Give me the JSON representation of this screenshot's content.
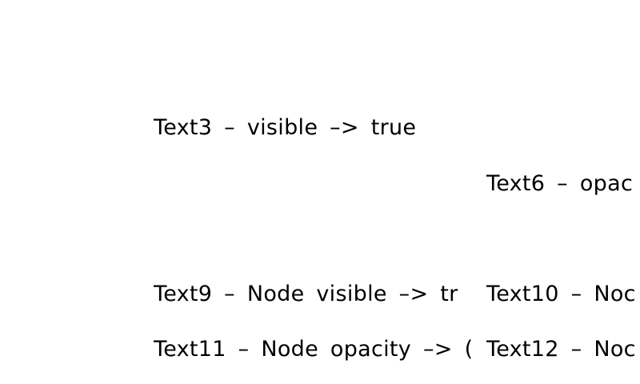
{
  "labels": {
    "text3": "Text3 – visible –> true",
    "text6": "Text6 – opac",
    "text9": "Text9 – Node visible –> tr",
    "text10": "Text10 – Noc",
    "text11": "Text11 – Node opacity –> (",
    "text12": "Text12 – Noc"
  },
  "colors": {
    "background": "#ffffff",
    "text": "#000000"
  }
}
